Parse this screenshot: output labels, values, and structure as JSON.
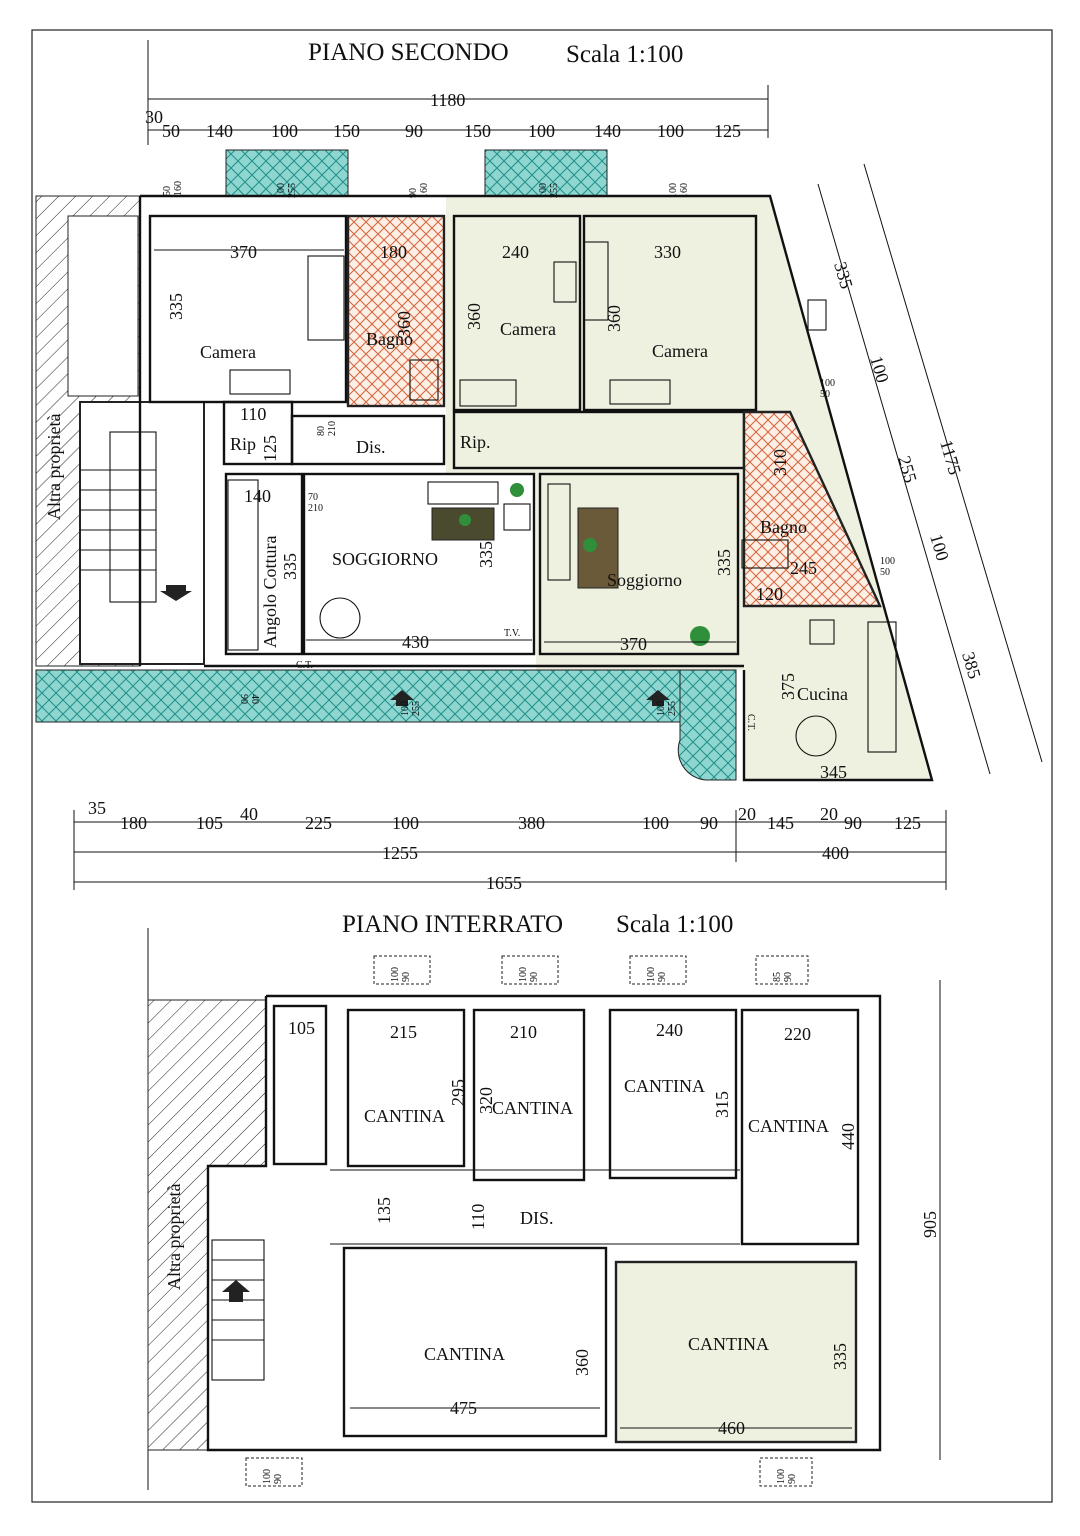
{
  "plans": [
    {
      "title": "PIANO SECONDO",
      "scale": "Scala 1:100",
      "rooms": [
        {
          "label": "Camera"
        },
        {
          "label": "Bagno"
        },
        {
          "label": "Camera"
        },
        {
          "label": "Camera"
        },
        {
          "label": "Rip"
        },
        {
          "label": "Dis."
        },
        {
          "label": "Rip."
        },
        {
          "label": "SOGGIORNO"
        },
        {
          "label": "Angolo Cottura"
        },
        {
          "label": "Soggiorno"
        },
        {
          "label": "Bagno"
        },
        {
          "label": "Cucina"
        },
        {
          "label": "C.T."
        },
        {
          "label": "C.T."
        }
      ],
      "neighbour_label": "Altra proprietà",
      "top_dims": {
        "total": "1180",
        "parts": [
          "30",
          "50",
          "140",
          "100",
          "150",
          "90",
          "150",
          "100",
          "140",
          "100",
          "125"
        ]
      },
      "bottom_dims": {
        "row1": [
          "35",
          "180",
          "105",
          "40",
          "225",
          "100",
          "380",
          "100",
          "90",
          "20",
          "145",
          "20",
          "90",
          "125"
        ],
        "row2": [
          "1255",
          "400"
        ],
        "row3": [
          "1655"
        ]
      },
      "side_dims": [
        "335",
        "100",
        "255",
        "100",
        "385",
        "1175"
      ],
      "room_dims": [
        "370",
        "335",
        "180",
        "360",
        "240",
        "360",
        "330",
        "360",
        "110",
        "125",
        "140",
        "335",
        "430",
        "335",
        "370",
        "335",
        "310",
        "245",
        "120",
        "375",
        "345"
      ],
      "openings": [
        "50\n160",
        "100\n255",
        "90\n160",
        "100\n255",
        "100\n160",
        "80\n210",
        "100\n50",
        "100\n50",
        "70\n210",
        "40\n90",
        "100\n255",
        "100\n255"
      ],
      "tv": "T.V."
    },
    {
      "title": "PIANO INTERRATO",
      "scale": "Scala 1:100",
      "rooms": [
        {
          "label": "CANTINA"
        },
        {
          "label": "CANTINA"
        },
        {
          "label": "CANTINA"
        },
        {
          "label": "CANTINA"
        },
        {
          "label": "DIS."
        },
        {
          "label": "CANTINA"
        },
        {
          "label": "CANTINA"
        }
      ],
      "neighbour_label": "Altra proprietà",
      "room_dims": [
        "105",
        "215",
        "295",
        "210",
        "320",
        "240",
        "315",
        "220",
        "440",
        "135",
        "110",
        "360",
        "475",
        "335",
        "460",
        "905"
      ],
      "openings": [
        "100\n90",
        "100\n90",
        "100\n90",
        "85\n90",
        "100\n90",
        "100\n90"
      ]
    }
  ],
  "colors": {
    "balcony": "#6fc7c0",
    "bathroom_tile": "#d9633a",
    "unit_fill": "#eef1e0",
    "plant": "#2f8f3a",
    "stairs_arrow": "#222222"
  }
}
